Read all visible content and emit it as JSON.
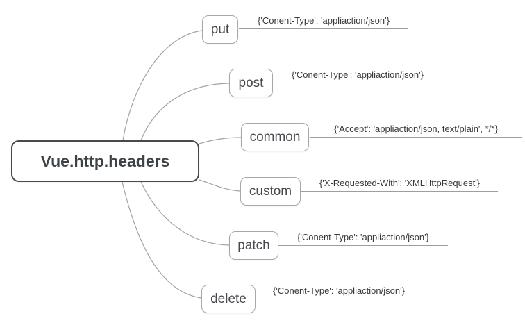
{
  "root": {
    "label": "Vue.http.headers"
  },
  "branches": [
    {
      "id": "put",
      "label": "put",
      "value": "{'Conent-Type': 'appliaction/json'}"
    },
    {
      "id": "post",
      "label": "post",
      "value": "{'Conent-Type': 'appliaction/json'}"
    },
    {
      "id": "common",
      "label": "common",
      "value": "{'Accept': 'appliaction/json, text/plain', */*}"
    },
    {
      "id": "custom",
      "label": "custom",
      "value": "{'X-Requested-With': 'XMLHttpRequest'}"
    },
    {
      "id": "patch",
      "label": "patch",
      "value": "{'Conent-Type': 'appliaction/json'}"
    },
    {
      "id": "delete",
      "label": "delete",
      "value": "{'Conent-Type': 'appliaction/json'}"
    }
  ],
  "colors": {
    "background": "#ffffff",
    "root_border": "#4a4a4a",
    "node_border": "#a8a8a8",
    "connector": "#a2a2a2",
    "node_text": "#45494d",
    "value_text": "#383838"
  }
}
